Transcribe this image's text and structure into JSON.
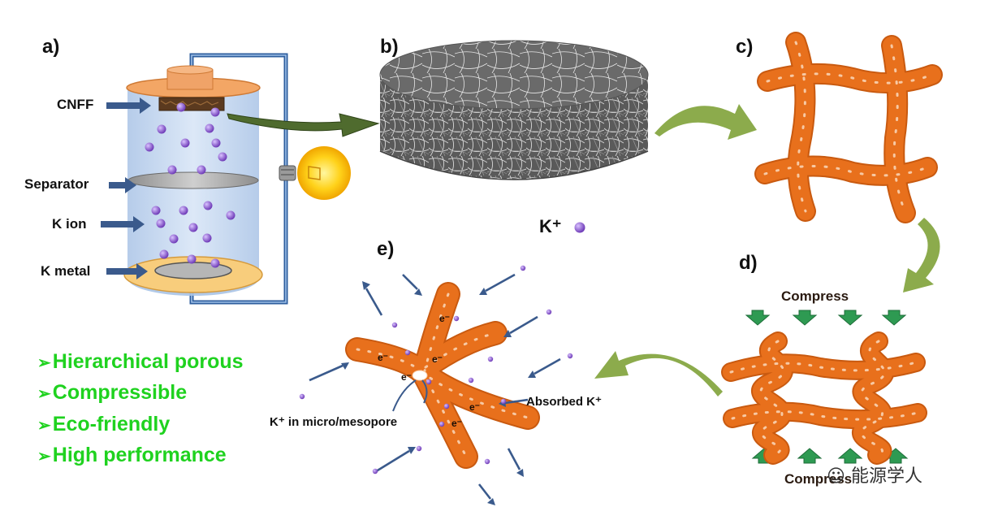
{
  "panels": {
    "a": "a)",
    "b": "b)",
    "c": "c)",
    "d": "d)",
    "e": "e)"
  },
  "cell_labels": {
    "cnff": "CNFF",
    "separator": "Separator",
    "k_ion": "K ion",
    "k_metal": "K metal"
  },
  "legend": {
    "k_plus": "K⁺"
  },
  "compress": {
    "top": "Compress",
    "bottom": "Compress"
  },
  "electron": "e⁻",
  "annotations": {
    "absorbed": "Absorbed K⁺",
    "micro": "K⁺ in micro/mesopore"
  },
  "features": [
    "Hierarchical porous",
    "Compressible",
    "Eco-friendly",
    "High performance"
  ],
  "watermark": "能源学人",
  "colors": {
    "fiber": "#e8701c",
    "ion": "#8a55c9",
    "arrow_green": "#7e9a3d",
    "arrow_blue": "#3a5a8c",
    "feature_text": "#1fd21f"
  }
}
